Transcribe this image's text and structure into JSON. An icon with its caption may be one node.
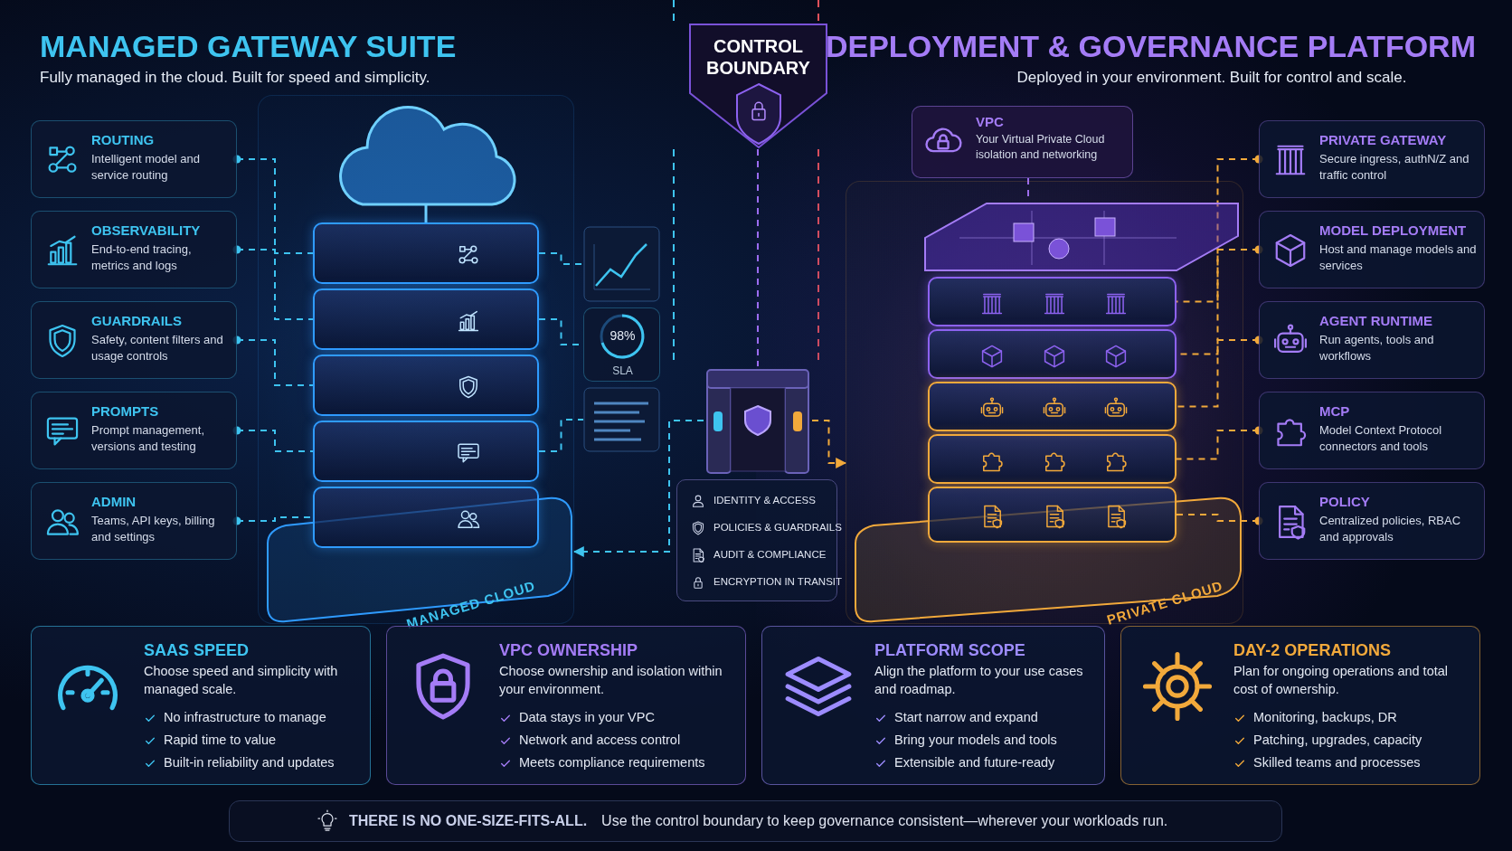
{
  "diagram": {
    "nodes": [
      {
        "text": [
          "ROUTING",
          "Intelligent model and service routing"
        ]
      },
      {
        "text": [
          "OBSERVABILITY",
          "End-to-end tracing, metrics and logs"
        ]
      },
      {
        "text": [
          "GUARDRAILS",
          "Safety, content filters and usage controls"
        ]
      },
      {
        "text": [
          "PROMPTS",
          "Prompt management, versions and testing"
        ]
      },
      {
        "text": [
          "ADMIN",
          "Teams, API keys, billing and settings"
        ]
      },
      {
        "text": [
          "MANAGED CLOUD"
        ]
      },
      {
        "text": [],
        "shape": "box",
        "in": 5
      },
      {
        "text": [],
        "shape": "box",
        "in": 5
      },
      {
        "text": [],
        "shape": "box",
        "in": 5
      },
      {
        "text": [],
        "shape": "box",
        "in": 5
      },
      {
        "text": [],
        "shape": "box",
        "in": 5
      },
      {
        "text": [],
        "shape": "picture"
      },
      {
        "text": [
          "98%",
          "SLA"
        ]
      },
      {
        "text": [],
        "shape": "picture"
      },
      {
        "text": [
          "CONTROL BOUNDARY"
        ]
      },
      {
        "text": [],
        "shape": "picture"
      },
      {
        "text": [
          "IDENTITY & ACCESS",
          "POLICIES & GUARDRAILS",
          "AUDIT & COMPLIANCE",
          "ENCRYPTION IN TRANSIT"
        ]
      },
      {
        "text": [
          "VPC",
          "Your Virtual Private Cloud isolation and networking"
        ]
      },
      {
        "text": [
          "PRIVATE CLOUD"
        ]
      },
      {
        "text": [],
        "shape": "box",
        "in": 18
      },
      {
        "text": [],
        "shape": "box",
        "in": 18
      },
      {
        "text": [],
        "shape": "box",
        "in": 18
      },
      {
        "text": [],
        "shape": "box",
        "in": 18
      },
      {
        "text": [],
        "shape": "box",
        "in": 18
      },
      {
        "text": [],
        "shape": "box",
        "in": 18
      },
      {
        "text": [
          "PRIVATE GATEWAY",
          "Secure ingress, authN/Z and traffic control"
        ]
      },
      {
        "text": [
          "MODEL DEPLOYMENT",
          "Host and manage models and services"
        ]
      },
      {
        "text": [
          "AGENT RUNTIME",
          "Run agents, tools and workflows"
        ]
      },
      {
        "text": [
          "MCP",
          "Model Context Protocol connectors and tools"
        ]
      },
      {
        "text": [
          "POLICY",
          "Centralized policies, RBAC and approvals"
        ]
      },
      {
        "text": [
          "SAAS SPEED",
          "Choose speed and simplicity with managed scale.",
          "No infrastructure to manage",
          "Rapid time to value",
          "Built-in reliability and updates"
        ]
      },
      {
        "text": [
          "VPC OWNERSHIP",
          "Choose ownership and isolation within your environment.",
          "Data stays in your VPC",
          "Network and access control",
          "Meets compliance requirements"
        ]
      },
      {
        "text": [
          "PLATFORM SCOPE",
          "Align the platform to your use cases and roadmap.",
          "Start narrow and expand",
          "Bring your models and tools",
          "Extensible and future-ready"
        ]
      },
      {
        "text": [
          "DAY-2 OPERATIONS",
          "Plan for ongoing operations and total cost of ownership.",
          "Monitoring, backups, DR",
          "Patching, upgrades, capacity",
          "Skilled teams and processes"
        ]
      },
      {
        "text": [
          "THERE IS NO ONE-SIZE-FITS-ALL.",
          "Use the control boundary to keep governance consistent—wherever your workloads run."
        ]
      }
    ],
    "edges": [
      {
        "from": 0,
        "to": 6,
        "arrow": "other",
        "style": "dashed",
        "color": "#3ec4f0"
      },
      {
        "from": 1,
        "to": 7,
        "arrow": "other",
        "style": "dashed",
        "color": "#3ec4f0"
      },
      {
        "from": 2,
        "to": 8,
        "arrow": "other",
        "style": "dashed",
        "color": "#3ec4f0"
      },
      {
        "from": 3,
        "to": 9,
        "arrow": "other",
        "style": "dashed",
        "color": "#3ec4f0"
      },
      {
        "from": 4,
        "to": 10,
        "arrow": "other",
        "style": "dashed",
        "color": "#3ec4f0"
      },
      {
        "from": 6,
        "to": 11,
        "arrow": "none",
        "style": "dashed",
        "color": "#3ec4f0"
      },
      {
        "from": 7,
        "to": 12,
        "arrow": "none",
        "style": "dashed",
        "color": "#3ec4f0"
      },
      {
        "from": 9,
        "to": 13,
        "arrow": "none",
        "style": "dashed",
        "color": "#3ec4f0"
      },
      {
        "from": 14,
        "to": 15,
        "arrow": "none",
        "style": "dashed",
        "color": "#9b6cf0"
      },
      {
        "from": 15,
        "to": 5,
        "arrow": "to",
        "style": "dashed",
        "color": "#3ec4f0"
      },
      {
        "from": 15,
        "to": 18,
        "arrow": "to",
        "style": "dashed",
        "color": "#f2a93b"
      },
      {
        "from": 17,
        "to": 19,
        "arrow": "none",
        "style": "dashed",
        "color": "#9b6cf0"
      },
      {
        "from": 25,
        "to": 20,
        "arrow": "other",
        "style": "dashed",
        "color": "#f2a93b"
      },
      {
        "from": 26,
        "to": 21,
        "arrow": "other",
        "style": "dashed",
        "color": "#f2a93b"
      },
      {
        "from": 27,
        "to": 22,
        "arrow": "other",
        "style": "dashed",
        "color": "#f2a93b"
      },
      {
        "from": 28,
        "to": 23,
        "arrow": "other",
        "style": "dashed",
        "color": "#f2a93b"
      },
      {
        "from": 29,
        "to": 24,
        "arrow": "other",
        "style": "dashed",
        "color": "#f2a93b"
      }
    ],
    "labels": [
      "MANAGED GATEWAY SUITE",
      "Fully managed in the cloud. Built for speed and simplicity.",
      "DEPLOYMENT & GOVERNANCE PLATFORM",
      "Deployed in your environment. Built for control and scale."
    ]
  }
}
